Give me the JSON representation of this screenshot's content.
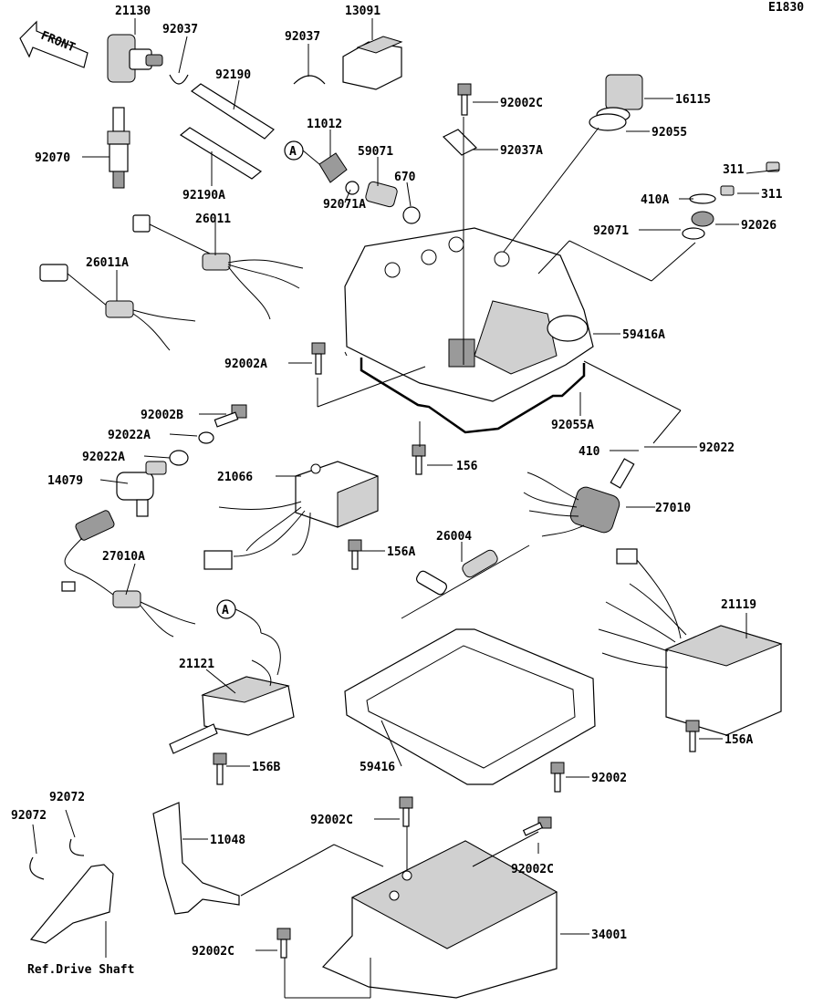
{
  "diagram_code": "E1830",
  "front_arrow_label": "FRONT",
  "reference_note": "Ref.Drive Shaft",
  "callout_a": "A",
  "parts": [
    "21130",
    "92037",
    "13091",
    "92037",
    "92190",
    "92070",
    "11012",
    "92190A",
    "59071",
    "670",
    "92002C",
    "92037A",
    "16115",
    "92055",
    "311",
    "410A",
    "311",
    "92026",
    "92071",
    "26011",
    "26011A",
    "92071A",
    "59416A",
    "92002A",
    "92055A",
    "92022",
    "410",
    "92002B",
    "92022A",
    "92022A",
    "14079",
    "21066",
    "156",
    "27010",
    "27010A",
    "156A",
    "26004",
    "21119",
    "21121",
    "59416",
    "156A",
    "156B",
    "92002",
    "92072",
    "92072",
    "11048",
    "92002C",
    "92002C",
    "34001",
    "92002C"
  ]
}
